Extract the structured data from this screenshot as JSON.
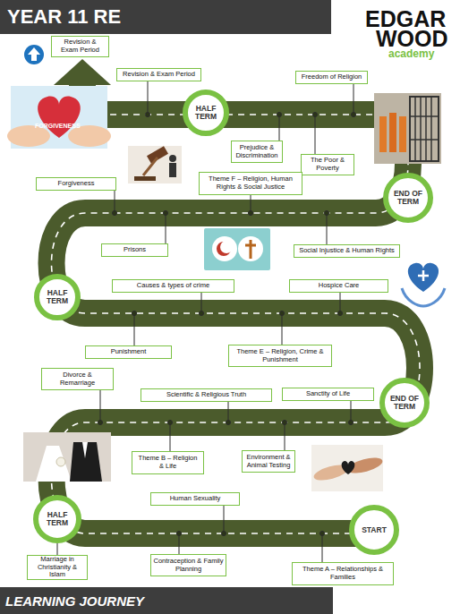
{
  "diagram": {
    "title": "YEAR 11 RE",
    "caption": "LEARNING JOURNEY",
    "nodes": [
      {
        "text": [
          "Revision & Exam Period"
        ]
      },
      {
        "text": [
          "Revision & Exam Period"
        ]
      },
      {
        "text": [
          "HALF TERM"
        ]
      },
      {
        "text": [
          "Freedom of Religion"
        ]
      },
      {
        "text": [
          "Prejudice & Discrimination"
        ]
      },
      {
        "text": [
          "The Poor & Poverty"
        ]
      },
      {
        "text": [
          "Forgiveness"
        ]
      },
      {
        "text": [
          "Theme F – Religion, Human Rights & Social Justice"
        ]
      },
      {
        "text": [
          "END OF TERM"
        ]
      },
      {
        "text": [
          "Prisons"
        ]
      },
      {
        "text": [
          "Social Injustice & Human Rights"
        ]
      },
      {
        "text": [
          "Causes & types of crime"
        ]
      },
      {
        "text": [
          "Hospice Care"
        ]
      },
      {
        "text": [
          "HALF TERM"
        ]
      },
      {
        "text": [
          "Punishment"
        ]
      },
      {
        "text": [
          "Theme E – Religion, Crime & Punishment"
        ]
      },
      {
        "text": [
          "Divorce & Remarriage"
        ]
      },
      {
        "text": [
          "Scientific & Religious Truth"
        ]
      },
      {
        "text": [
          "Sanctity of Life"
        ]
      },
      {
        "text": [
          "END OF TERM"
        ]
      },
      {
        "text": [
          "Theme B – Religion & Life"
        ]
      },
      {
        "text": [
          "Environment & Animal Testing"
        ]
      },
      {
        "text": [
          "Human Sexuality"
        ]
      },
      {
        "text": [
          "HALF TERM"
        ]
      },
      {
        "text": [
          "START"
        ]
      },
      {
        "text": [
          "Marriage in Christianity & Islam"
        ]
      },
      {
        "text": [
          "Contraception & Family Planning"
        ]
      },
      {
        "text": [
          "Theme A – Relationships & Families"
        ]
      }
    ],
    "labels": [
      "EDGAR",
      "WOOD",
      "academy",
      "FORGIVENESS"
    ]
  }
}
